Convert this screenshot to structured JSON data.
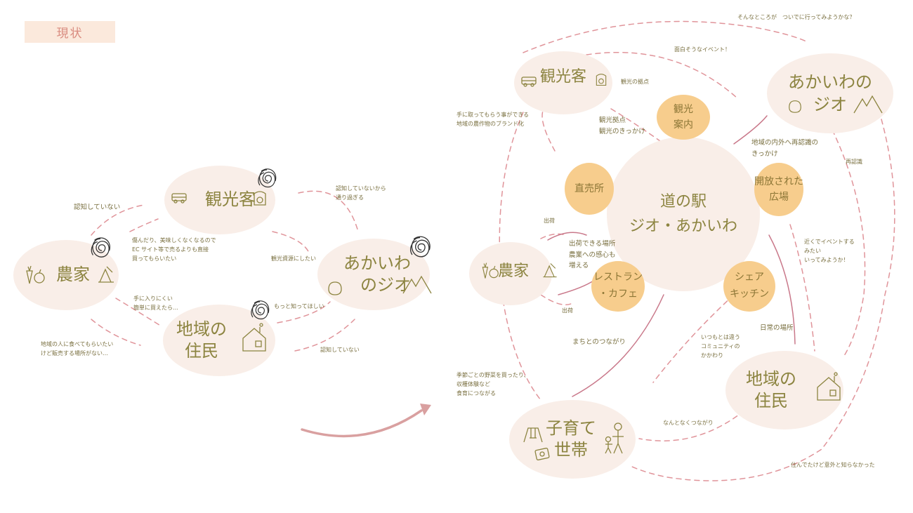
{
  "page_title": "現状",
  "colors": {
    "node_fill": "#f9eee8",
    "facility_fill": "#f7cd8d",
    "node_text": "#8c8440",
    "dashed_line": "#e0949a",
    "solid_line": "#c9788a",
    "arrow": "#d9a0a0",
    "title_tag_bg": "#fbe9dc",
    "title_tag_text": "#d98c80"
  },
  "before": {
    "nodes": {
      "tourists": "観光客",
      "farmers": "農家",
      "residents": "地域の\n住民",
      "jio": "あかいわ\nのジオ"
    },
    "labels": {
      "l1": "認知していない",
      "l2": "傷んだり、美味しくなくなるので\nEC サイト等で売るよりも直接\n買ってもらいたい",
      "l3": "観光資源にしたい",
      "l4": "認知していないから\n通り過ぎる",
      "l5": "手に入りにくい\n簡単に買えたら…",
      "l6": "もっと知ってほしい",
      "l7": "地域の人に食べてもらいたい\nけど販売する場所がない…",
      "l8": "認知していない"
    }
  },
  "after": {
    "center": "道の駅\nジオ・あかいわ",
    "facilities": {
      "kanko": "観光\n案内",
      "chokubai": "直売所",
      "hiroba": "開放された\n広場",
      "restaurant": "レストラン\n・カフェ",
      "kitchen": "シェア\nキッチン"
    },
    "nodes": {
      "tourists": "観光客",
      "farmers": "農家",
      "jio": "あかいわの\nジオ",
      "residents": "地域の\n住民",
      "families": "子育て\n世帯"
    },
    "labels": {
      "a1": "そんなところが　ついでに行ってみようかな？",
      "a2": "面白そうなイベント！",
      "a3": "観光の拠点",
      "a4": "観光拠点\n観光のきっかけ",
      "a5": "手に取ってもらう事ができる\n地域の農作物のブランド化",
      "a6": "地域の内外へ再認識の\nきっかけ",
      "a7": "再認識",
      "a8": "出荷",
      "a9": "出荷できる場所\n農業への感心も\n増える",
      "a10": "近くでイベントする\nみたい\nいってみようか！",
      "a11": "出荷",
      "a12": "日常の場所",
      "a13": "いつもとは違う\nコミュニティの\nかかわり",
      "a14": "まちとのつながり",
      "a15": "季節ごとの野菜を買ったり、\n収穫体験など\n食育につながる",
      "a16": "なんとなくつながり",
      "a17": "住んでたけど意外と知らなかった"
    }
  }
}
